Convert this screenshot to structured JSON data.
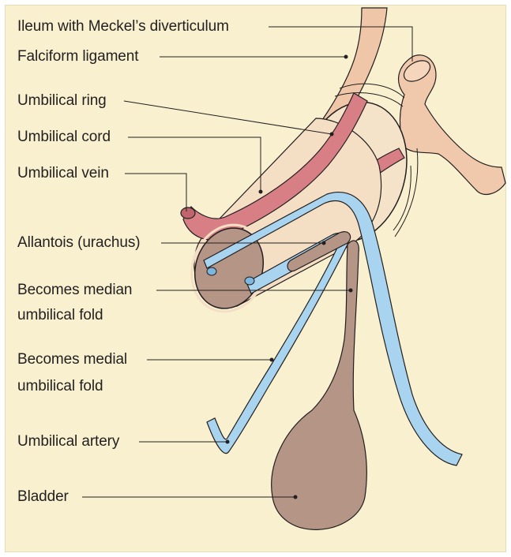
{
  "labels": {
    "ileum": "Ileum with Meckel’s diverticulum",
    "falciform": "Falciform ligament",
    "umbilical_ring": "Umbilical ring",
    "umbilical_cord": "Umbilical cord",
    "umbilical_vein": "Umbilical vein",
    "allantois": "Allantois (urachus)",
    "median_fold_line1": "Becomes median",
    "median_fold_line2": "umbilical fold",
    "medial_fold_line1": "Becomes medial",
    "medial_fold_line2": "umbilical fold",
    "umbilical_artery": "Umbilical artery",
    "bladder": "Bladder"
  },
  "colors": {
    "background": "#f8f0cf",
    "vein": "#d87f86",
    "artery": "#a9d4ef",
    "bladder": "#b49586",
    "cord": "#f5dfc4",
    "ileum": "#f0c9ad",
    "ligament": "#efc7a8",
    "outline": "#231f20"
  }
}
